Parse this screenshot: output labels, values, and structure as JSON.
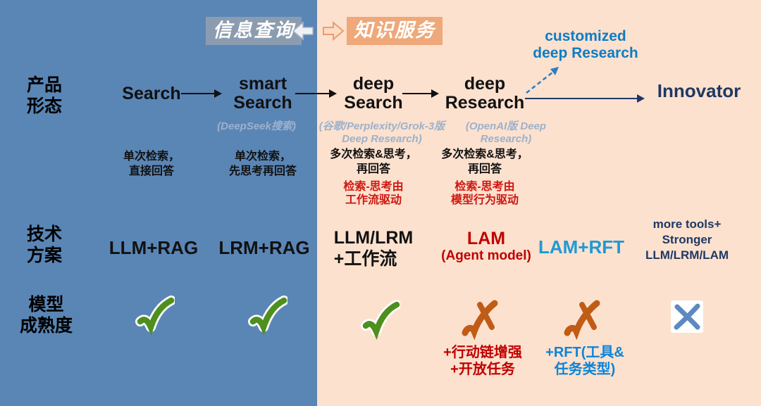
{
  "colors": {
    "left_panel_bg": "#5a86b6",
    "right_panel_bg": "#fce1ce",
    "info_tag_bg": "#8c9cb0",
    "knowledge_tag_bg": "#efa879",
    "accent_red": "#c00000",
    "detail_red": "#cf1610",
    "accent_azure": "#1e9ad6",
    "annotation_blue": "#0b84d8",
    "branch_blue": "#0e7cc4",
    "navy": "#1f3864",
    "caption_gray": "#9db1cc",
    "check_green": "#4e8f1e",
    "cross_orange": "#c05c15",
    "x_blue": "#5c8ac0"
  },
  "header": {
    "info_query_label": "信息查询",
    "knowledge_service_label": "知识服务"
  },
  "row_labels": {
    "product_form": "产品\n形态",
    "tech_plan": "技术\n方案",
    "model_maturity": "模型\n成熟度"
  },
  "flow": {
    "node_search": "Search",
    "node_smart_search": "smart\nSearch",
    "node_deep_search": "deep\nSearch",
    "node_deep_research": "deep\nResearch",
    "node_innovator": "Innovator",
    "node_customized": "customized\ndeep Research"
  },
  "captions": {
    "deepseek": "(DeepSeek搜索)",
    "google": "(谷歌/Perplexity/Grok-3版\nDeep Research)",
    "openai": "(OpenAI版 Deep\nResearch)"
  },
  "descriptions": {
    "search": "单次检索，\n直接回答",
    "smart_search": "单次检索，\n先思考再回答",
    "deep_search": "多次检索&思考，\n再回答",
    "deep_search_detail": "检索-思考由\n工作流驱动",
    "deep_research": "多次检索&思考，\n再回答",
    "deep_research_detail": "检索-思考由\n模型行为驱动"
  },
  "tech": {
    "search": "LLM+RAG",
    "smart_search": "LRM+RAG",
    "deep_search": "LLM/LRM\n+工作流",
    "deep_research": "LAM",
    "deep_research_sub": "(Agent model)",
    "customized": "LAM+RFT",
    "innovator": "more tools+\nStronger\nLLM/LRM/LAM"
  },
  "maturity": {
    "marks": [
      "green-check-icon",
      "green-check-icon",
      "green-check-icon",
      "orange-cross-icon",
      "orange-cross-icon",
      "blue-x-icon"
    ],
    "deep_research_note": "+行动链增强\n+开放任务",
    "customized_note": "+RFT(工具&\n任务类型)"
  }
}
